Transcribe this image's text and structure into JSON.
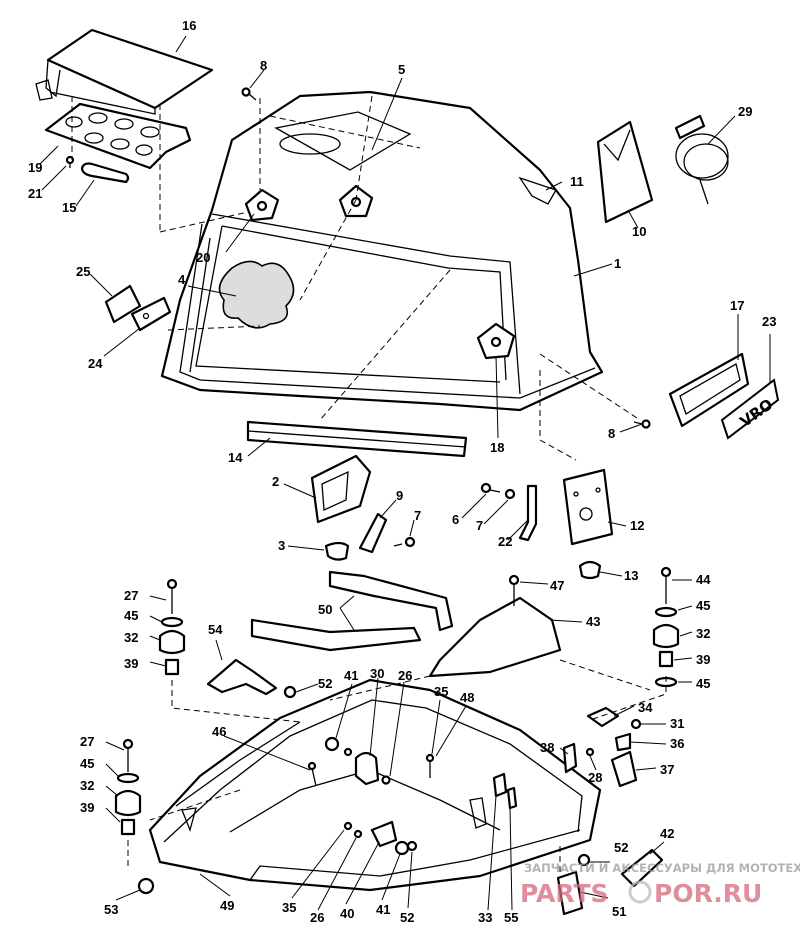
{
  "diagram": {
    "callouts": [
      "1",
      "2",
      "3",
      "4",
      "5",
      "6",
      "7",
      "7",
      "8",
      "8",
      "9",
      "10",
      "11",
      "12",
      "13",
      "14",
      "15",
      "16",
      "17",
      "18",
      "19",
      "20",
      "21",
      "22",
      "23",
      "24",
      "25",
      "26",
      "26",
      "27",
      "27",
      "28",
      "29",
      "30",
      "31",
      "32",
      "32",
      "32",
      "33",
      "34",
      "35",
      "35",
      "36",
      "37",
      "38",
      "39",
      "39",
      "39",
      "40",
      "41",
      "41",
      "42",
      "43",
      "44",
      "45",
      "45",
      "45",
      "45",
      "46",
      "47",
      "48",
      "49",
      "50",
      "51",
      "52",
      "52",
      "52",
      "53",
      "54",
      "55"
    ],
    "decal_text": "VRO"
  },
  "watermark": {
    "tagline": "ЗАПЧАСТИ И АКСЕССУАРЫ ДЛЯ МОТОТЕХНИКИ",
    "logo_left": "PARTS",
    "logo_right": "POR.RU"
  }
}
